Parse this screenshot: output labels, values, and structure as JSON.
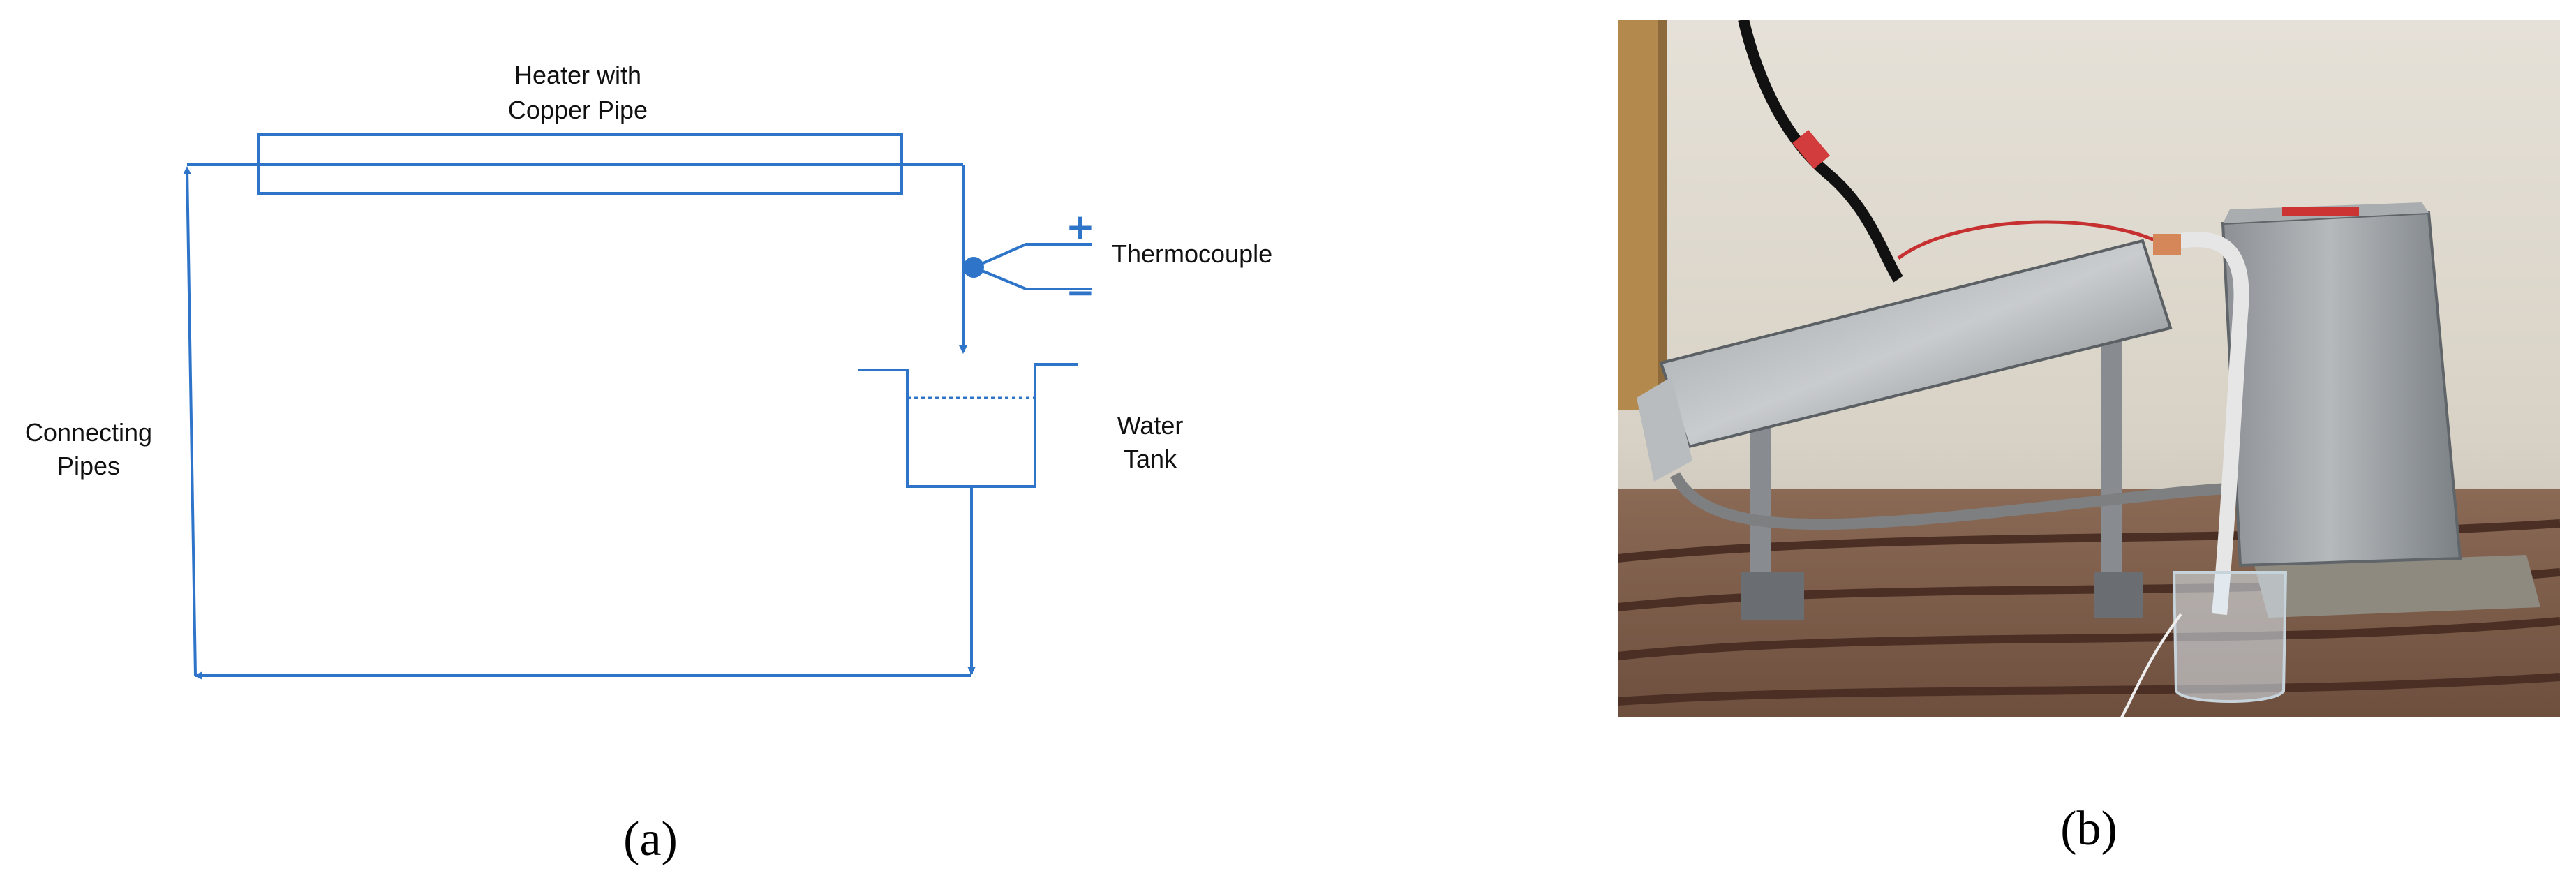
{
  "panel_a": {
    "caption": "(a)",
    "labels": {
      "heater_line1": "Heater with",
      "heater_line2": "Copper Pipe",
      "thermocouple": "Thermocouple",
      "plus_sign": "+",
      "minus_sign": "−",
      "tank_line1": "Water",
      "tank_line2": "Tank",
      "pipes_line1": "Connecting",
      "pipes_line2": "Pipes"
    },
    "colors": {
      "line": "#2E75C9",
      "text": "#111111"
    }
  },
  "panel_b": {
    "caption": "(b)",
    "description_icon": "photo-setup"
  }
}
